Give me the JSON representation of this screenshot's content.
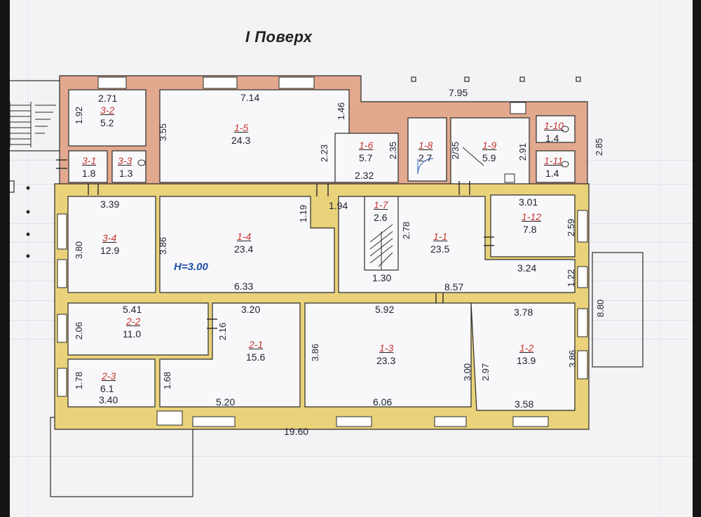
{
  "title": "I Поверх",
  "height_label": "H=3.00",
  "rooms": [
    {
      "id": "3-2",
      "area": "5.2"
    },
    {
      "id": "1-5",
      "area": "24.3"
    },
    {
      "id": "3-1",
      "area": "1.8"
    },
    {
      "id": "3-3",
      "area": "1.3"
    },
    {
      "id": "1-6",
      "area": "5.7"
    },
    {
      "id": "1-8",
      "area": "2.7"
    },
    {
      "id": "1-9",
      "area": "5.9"
    },
    {
      "id": "1-10",
      "area": "1.4"
    },
    {
      "id": "1-11",
      "area": "1.4"
    },
    {
      "id": "3-4",
      "area": "12.9"
    },
    {
      "id": "1-4",
      "area": "23.4"
    },
    {
      "id": "1-7",
      "area": "2.6"
    },
    {
      "id": "1-1",
      "area": "23.5"
    },
    {
      "id": "1-12",
      "area": "7.8"
    },
    {
      "id": "2-2",
      "area": "11.0"
    },
    {
      "id": "2-1",
      "area": "15.6"
    },
    {
      "id": "1-3",
      "area": "23.3"
    },
    {
      "id": "1-2",
      "area": "13.9"
    },
    {
      "id": "2-3",
      "area": "6.1"
    }
  ],
  "dimensions": {
    "d_2_71": "2.71",
    "d_7_14": "7.14",
    "d_7_95": "7.95",
    "d_1_92": "1.92",
    "d_3_55": "3.55",
    "d_1_46": "1.46",
    "d_2_23": "2.23",
    "d_2_35a": "2.35",
    "d_2_32": "2.32",
    "d_2_35b": "2/35",
    "d_2_91": "2.91",
    "d_2_85": "2.85",
    "d_3_39": "3.39",
    "d_1_94": "1.94",
    "d_1_19": "1.19",
    "d_3_01": "3.01",
    "d_2_59": "2.59",
    "d_3_80": "3.80",
    "d_3_86a": "3.86",
    "d_2_78": "2.78",
    "d_3_24": "3.24",
    "d_1_22": "1.22",
    "d_6_33": "6.33",
    "d_1_30": "1.30",
    "d_8_57": "8.57",
    "d_8_80": "8.80",
    "d_5_41": "5.41",
    "d_3_20": "3.20",
    "d_5_92": "5.92",
    "d_3_78": "3.78",
    "d_2_06": "2.06",
    "d_2_16": "2.16",
    "d_3_86b": "3.86",
    "d_3_00": "3.00",
    "d_2_97": "2.97",
    "d_3_86c": "3.86",
    "d_1_78": "1.78",
    "d_1_68": "1.68",
    "d_3_40": "3.40",
    "d_5_20": "5.20",
    "d_6_06": "6.06",
    "d_3_58": "3.58",
    "d_19_60": "19.60"
  },
  "colors": {
    "old_wall": "#e2a98e",
    "new_wall": "#e9d27a",
    "wall_stroke": "#2a2a2a",
    "id_red": "#c7342d",
    "height_blue": "#1e4ea8"
  }
}
